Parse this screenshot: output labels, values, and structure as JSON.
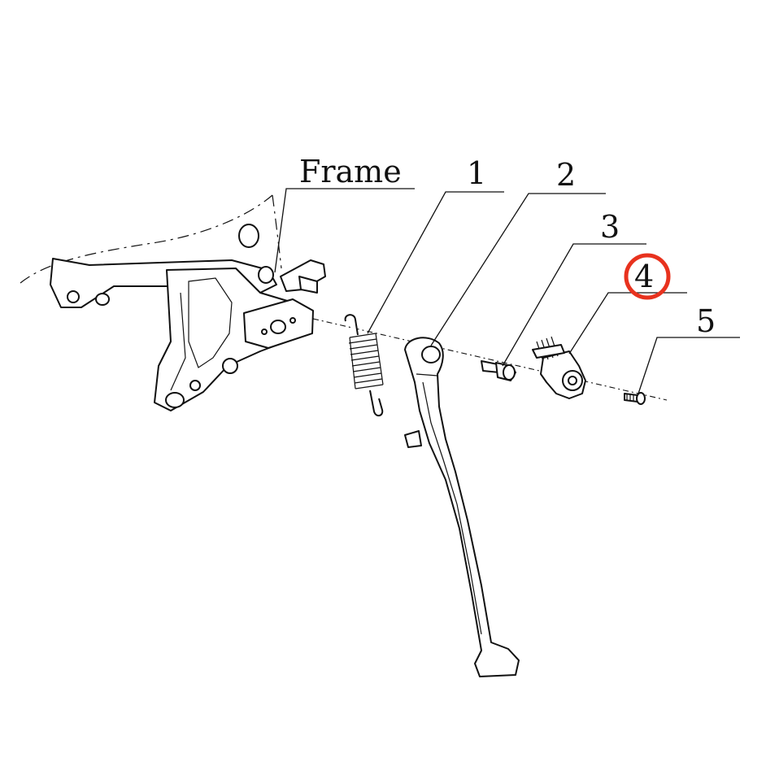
{
  "callouts": {
    "frame": "Frame",
    "part1": "1",
    "part2": "2",
    "part3": "3",
    "part4": "4",
    "part5": "5"
  },
  "highlight": {
    "target": "part4",
    "color": "#e8321e"
  }
}
